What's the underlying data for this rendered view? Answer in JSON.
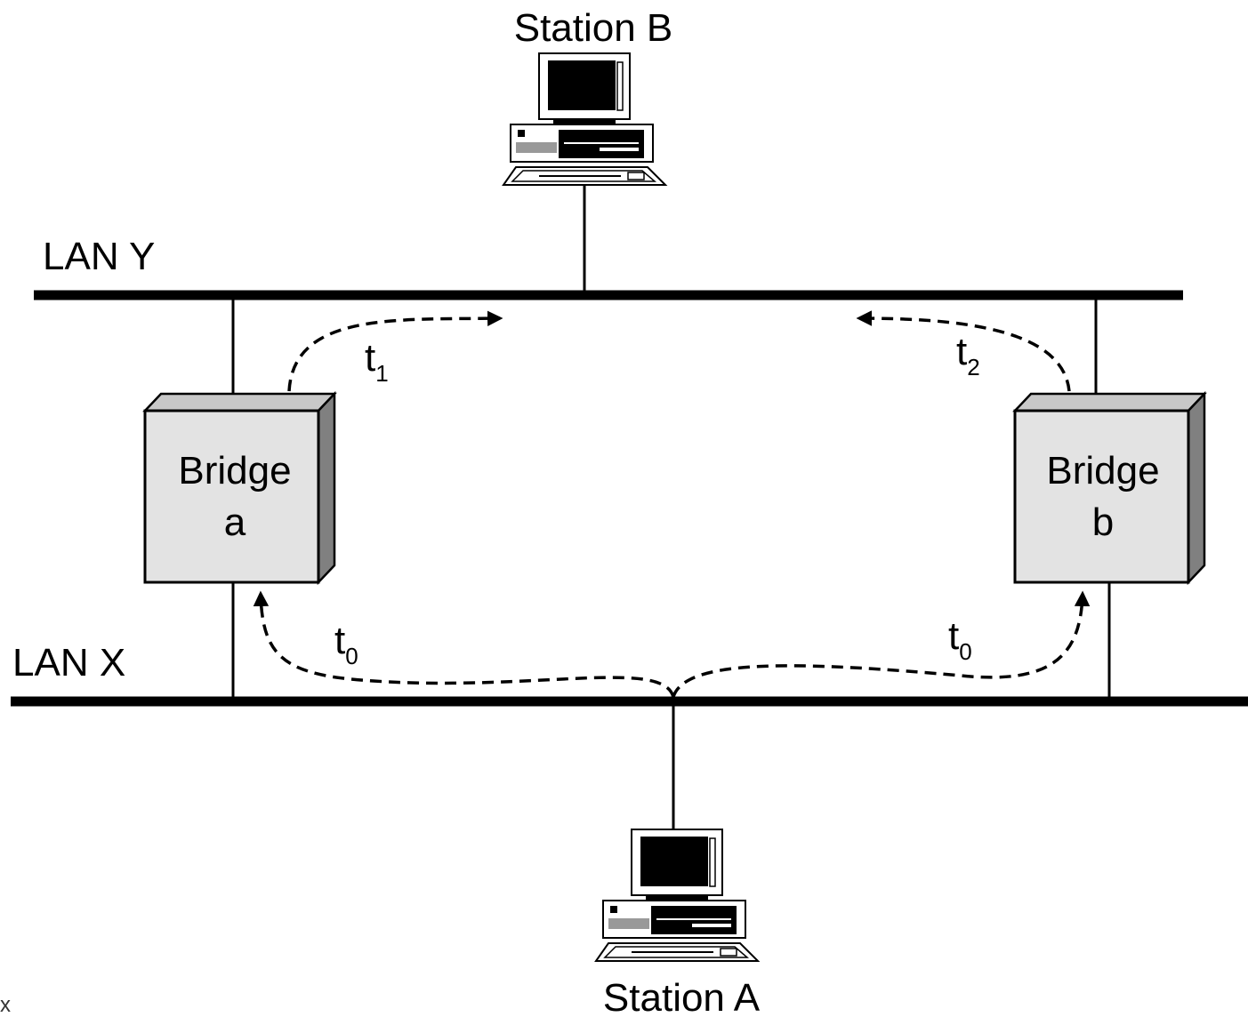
{
  "diagram": {
    "stations": {
      "b": {
        "label": "Station B"
      },
      "a": {
        "label": "Station A"
      }
    },
    "lans": {
      "y": {
        "label": "LAN Y"
      },
      "x": {
        "label": "LAN X"
      }
    },
    "bridges": {
      "a": {
        "line1": "Bridge",
        "line2": "a"
      },
      "b": {
        "line1": "Bridge",
        "line2": "b"
      }
    },
    "times": {
      "t1": {
        "base": "t",
        "sub": "1"
      },
      "t2": {
        "base": "t",
        "sub": "2"
      },
      "t0_left": {
        "base": "t",
        "sub": "0"
      },
      "t0_right": {
        "base": "t",
        "sub": "0"
      }
    },
    "corner_mark": "x"
  }
}
